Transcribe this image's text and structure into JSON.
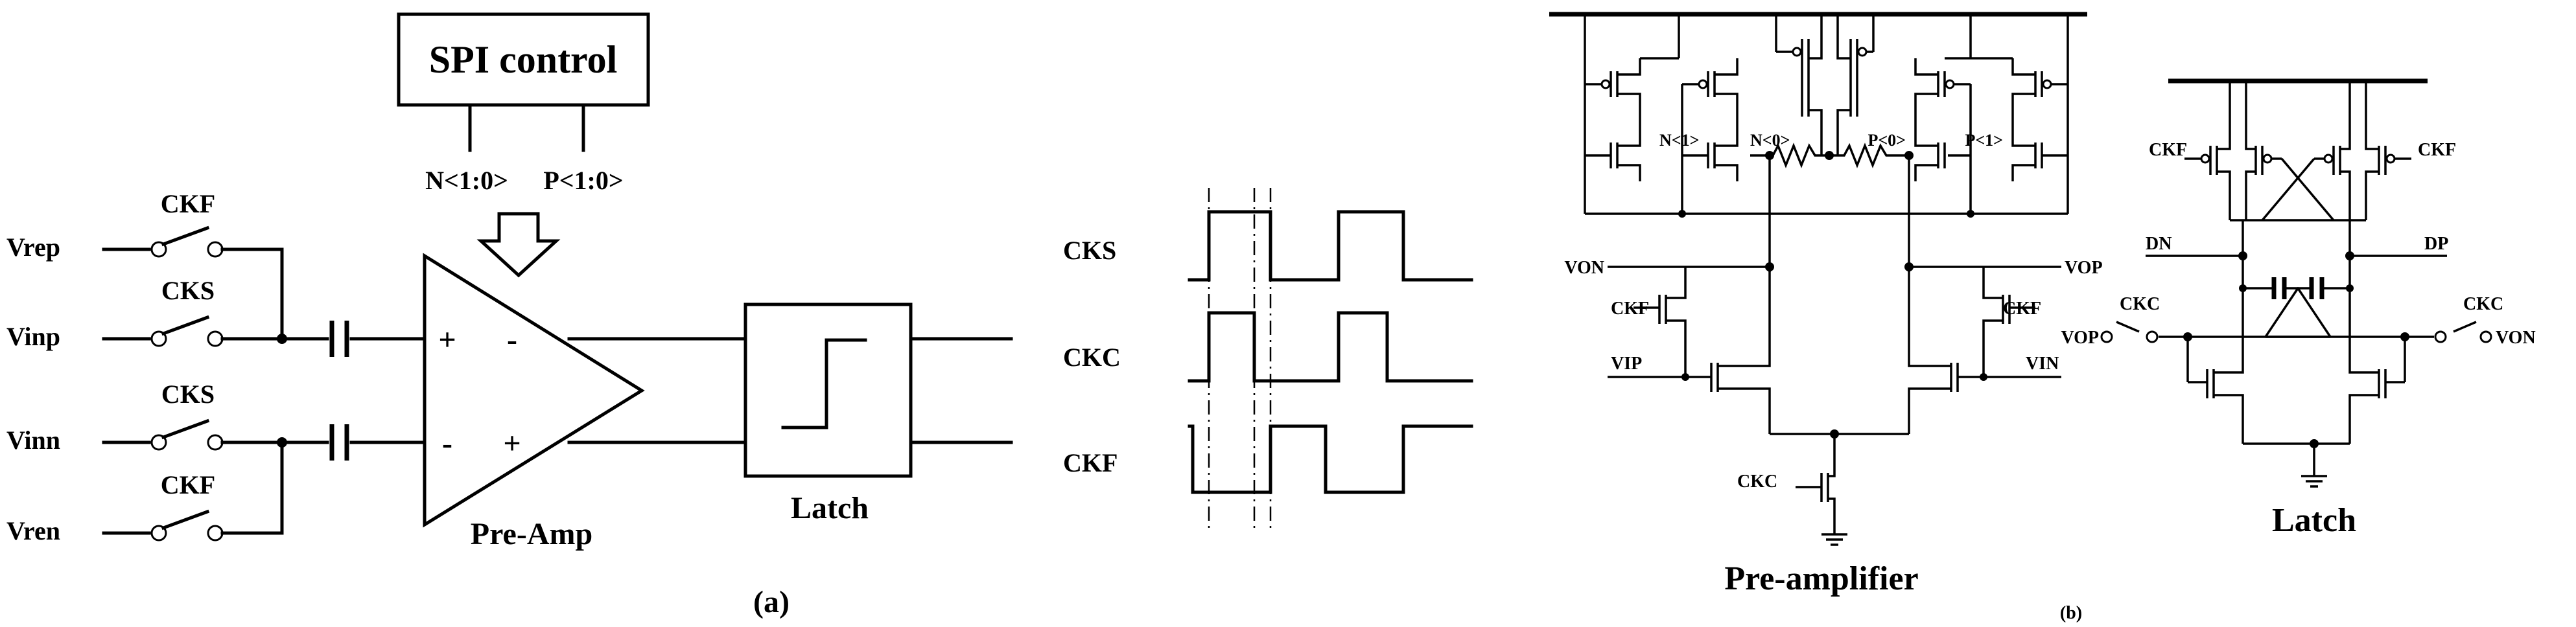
{
  "panel_a": {
    "spi_title": "SPI control",
    "spi_n": "N<1:0>",
    "spi_p": "P<1:0>",
    "inputs": [
      "Vrep",
      "Vinp",
      "Vinn",
      "Vren"
    ],
    "switch_labels": [
      "CKF",
      "CKS",
      "CKS",
      "CKF"
    ],
    "amp_plus": "+",
    "amp_minus": "-",
    "amp_label": "Pre-Amp",
    "latch_label": "Latch",
    "caption": "(a)"
  },
  "timing": {
    "signals": [
      "CKS",
      "CKC",
      "CKF"
    ]
  },
  "preamp": {
    "title": "Pre-amplifier",
    "lbl_n1": "N<1>",
    "lbl_n0": "N<0>",
    "lbl_p0": "P<0>",
    "lbl_p1": "P<1>",
    "von": "VON",
    "vop": "VOP",
    "ckf_left": "CKF",
    "ckf_right": "CKF",
    "vip": "VIP",
    "vin": "VIN",
    "ckc": "CKC"
  },
  "latch": {
    "title": "Latch",
    "ckf_left": "CKF",
    "ckf_right": "CKF",
    "dn": "DN",
    "dp": "DP",
    "ckc_left": "CKC",
    "ckc_right": "CKC",
    "vop": "VOP",
    "von": "VON"
  },
  "caption_b": "(b)"
}
